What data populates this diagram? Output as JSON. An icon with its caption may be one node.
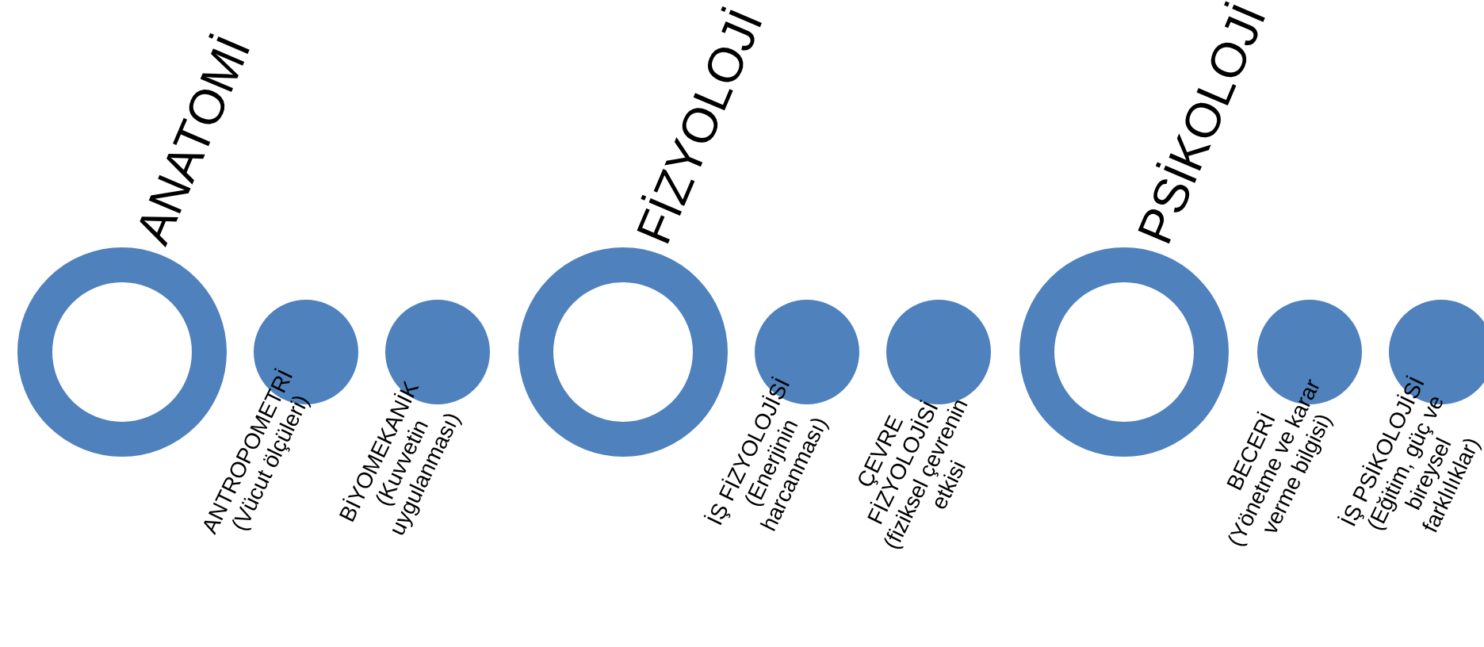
{
  "diagram": {
    "nodes": [
      {
        "text": [],
        "shape": "circle",
        "beside": [
          "ANATOMİ"
        ]
      },
      {
        "text": [],
        "shape": "circle",
        "beside": [
          "ANTROPOMETRİ (Vücut ölçüleri)"
        ]
      },
      {
        "text": [],
        "shape": "circle",
        "beside": [
          "BİYOMEKANİK (Kuvvetin uygulanması)"
        ]
      },
      {
        "text": [],
        "shape": "circle",
        "beside": [
          "FİZYOLOJİ"
        ]
      },
      {
        "text": [],
        "shape": "circle",
        "beside": [
          "İŞ FİZYOLOJİSİ (Enerjinin harcanması)"
        ]
      },
      {
        "text": [],
        "shape": "circle",
        "beside": [
          "ÇEVRE FİZYOLOJİSİ (fiziksel çevrenin etkisi"
        ]
      },
      {
        "text": [],
        "shape": "circle",
        "beside": [
          "PSİKOLOJİ"
        ]
      },
      {
        "text": [],
        "shape": "circle",
        "beside": [
          "BECERİ (Yönetme ve karar verme bilgisi)"
        ]
      },
      {
        "text": [],
        "shape": "circle",
        "beside": [
          "İŞ PSİKOLOJİSİ (Eğitim, güç ve bireysel farklılıklar)"
        ]
      }
    ]
  }
}
